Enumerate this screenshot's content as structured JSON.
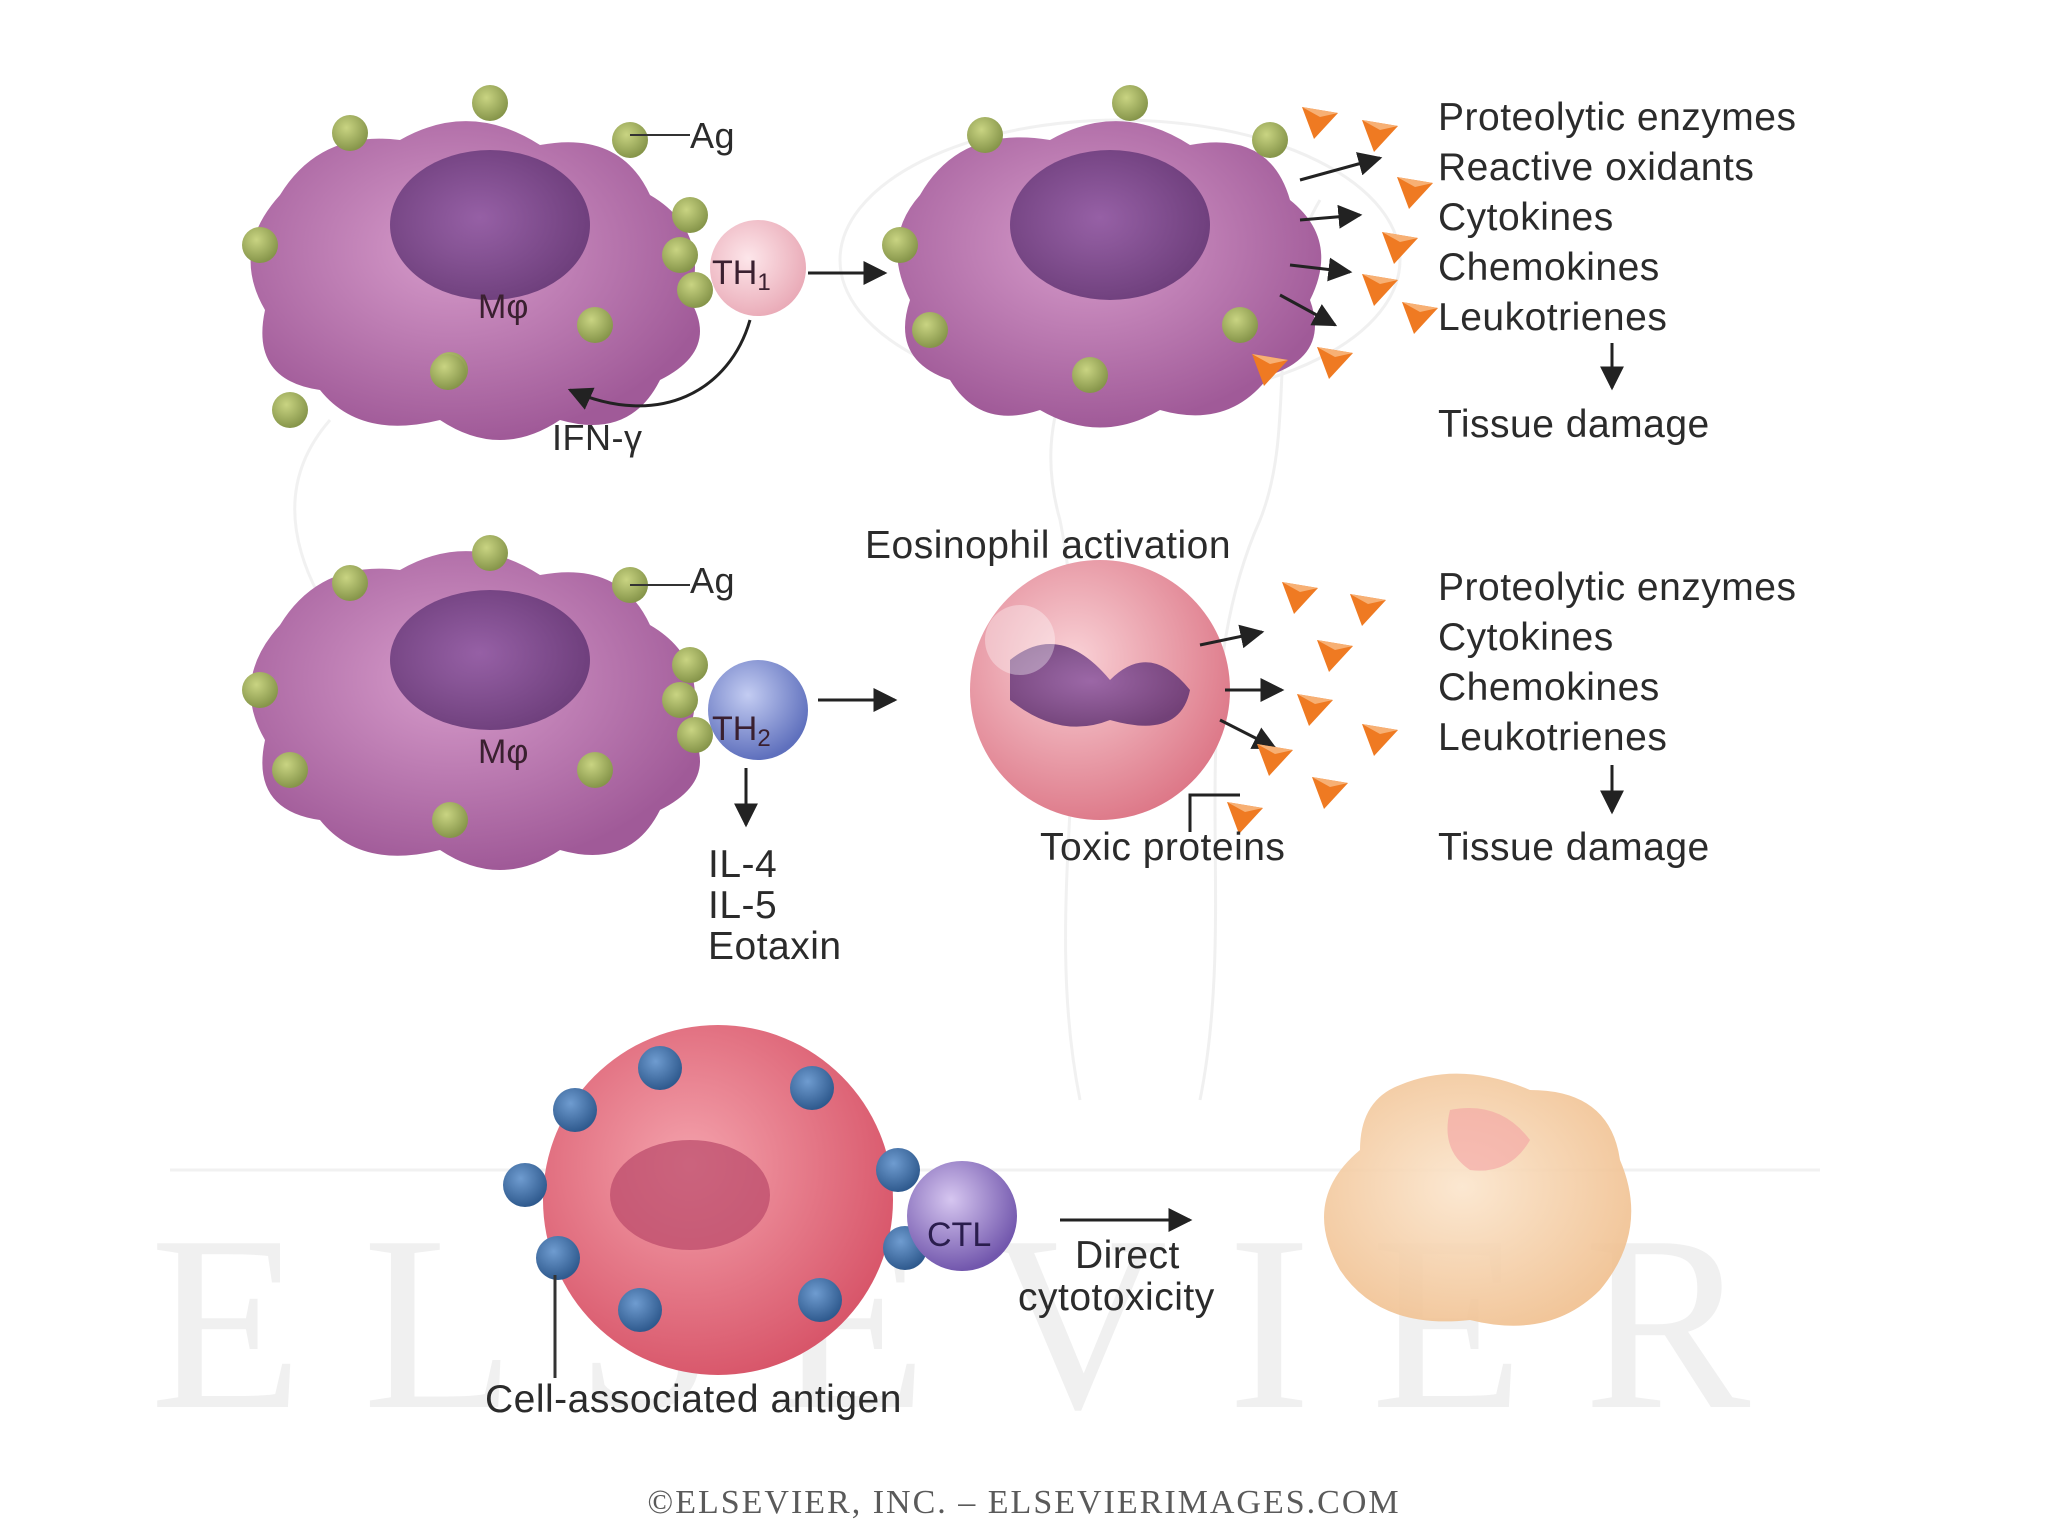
{
  "panel1": {
    "antigen_label": "Ag",
    "macrophage_label": "Mφ",
    "th_cell_label": "TH",
    "th_cell_subscript_text": "1",
    "cytokine_label": "IFN-γ",
    "products": [
      "Proteolytic enzymes",
      "Reactive oxidants",
      "Cytokines",
      "Chemokines",
      "Leukotrienes"
    ],
    "outcome": "Tissue damage"
  },
  "panel2": {
    "antigen_label": "Ag",
    "macrophage_label": "Mφ",
    "th_cell_label": "TH",
    "th_cell_subscript_text": "2",
    "cytokines": [
      "IL-4",
      "IL-5",
      "Eotaxin"
    ],
    "activation_label": "Eosinophil activation",
    "toxic_label": "Toxic proteins",
    "products": [
      "Proteolytic enzymes",
      "Cytokines",
      "Chemokines",
      "Leukotrienes"
    ],
    "outcome": "Tissue damage"
  },
  "panel3": {
    "ctl_label": "CTL",
    "effect_line1": "Direct",
    "effect_line2": "cytotoxicity",
    "antigen_label": "Cell-associated antigen"
  },
  "watermark": "ELSEVIER",
  "copyright": "©ELSEVIER, INC. – ELSEVIERIMAGES.COM",
  "colors": {
    "macrophage": "#b56aa8",
    "macrophage_nucleus": "#6e3f80",
    "antigen_dot": "#a4b25a",
    "th1": "#f2c0c8",
    "th2": "#7f8fd0",
    "eosinophil": "#ec9aa6",
    "mediator": "#ef7a22",
    "target_cell": "#e8707e",
    "antigen_blue": "#3f6fa6",
    "ctl": "#8e72c2",
    "dead_cell": "#f6cfa4"
  }
}
